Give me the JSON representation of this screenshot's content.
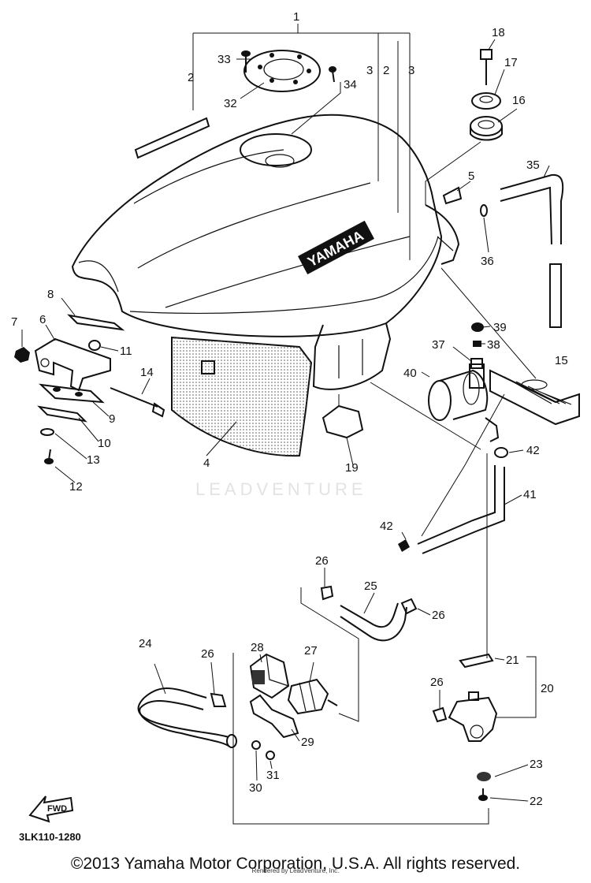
{
  "diagram": {
    "watermark": "LEADVENTURE",
    "brand_mark": "YAMAHA",
    "drawing_code": "3LK110-1280",
    "fwd_label": "FWD",
    "parts": [
      {
        "id": "p1",
        "label": "1"
      },
      {
        "id": "p2a",
        "label": "2"
      },
      {
        "id": "p2b",
        "label": "2"
      },
      {
        "id": "p3a",
        "label": "3"
      },
      {
        "id": "p3b",
        "label": "3"
      },
      {
        "id": "p4",
        "label": "4"
      },
      {
        "id": "p5",
        "label": "5"
      },
      {
        "id": "p6",
        "label": "6"
      },
      {
        "id": "p7",
        "label": "7"
      },
      {
        "id": "p8",
        "label": "8"
      },
      {
        "id": "p9",
        "label": "9"
      },
      {
        "id": "p10",
        "label": "10"
      },
      {
        "id": "p11",
        "label": "11"
      },
      {
        "id": "p12",
        "label": "12"
      },
      {
        "id": "p13",
        "label": "13"
      },
      {
        "id": "p14",
        "label": "14"
      },
      {
        "id": "p15",
        "label": "15"
      },
      {
        "id": "p16",
        "label": "16"
      },
      {
        "id": "p17",
        "label": "17"
      },
      {
        "id": "p18",
        "label": "18"
      },
      {
        "id": "p19",
        "label": "19"
      },
      {
        "id": "p20",
        "label": "20"
      },
      {
        "id": "p21",
        "label": "21"
      },
      {
        "id": "p22",
        "label": "22"
      },
      {
        "id": "p23",
        "label": "23"
      },
      {
        "id": "p24",
        "label": "24"
      },
      {
        "id": "p25",
        "label": "25"
      },
      {
        "id": "p26a",
        "label": "26"
      },
      {
        "id": "p26b",
        "label": "26"
      },
      {
        "id": "p26c",
        "label": "26"
      },
      {
        "id": "p26d",
        "label": "26"
      },
      {
        "id": "p27",
        "label": "27"
      },
      {
        "id": "p28",
        "label": "28"
      },
      {
        "id": "p29",
        "label": "29"
      },
      {
        "id": "p30",
        "label": "30"
      },
      {
        "id": "p31",
        "label": "31"
      },
      {
        "id": "p32",
        "label": "32"
      },
      {
        "id": "p33",
        "label": "33"
      },
      {
        "id": "p34",
        "label": "34"
      },
      {
        "id": "p35",
        "label": "35"
      },
      {
        "id": "p36",
        "label": "36"
      },
      {
        "id": "p37",
        "label": "37"
      },
      {
        "id": "p38",
        "label": "38"
      },
      {
        "id": "p39",
        "label": "39"
      },
      {
        "id": "p40",
        "label": "40"
      },
      {
        "id": "p41",
        "label": "41"
      },
      {
        "id": "p42a",
        "label": "42"
      },
      {
        "id": "p42b",
        "label": "42"
      }
    ]
  },
  "footer": {
    "copyright": "©2013 Yamaha Motor Corporation, U.S.A. All rights reserved.",
    "rendered_by": "Rendered by LeadVenture, Inc."
  }
}
